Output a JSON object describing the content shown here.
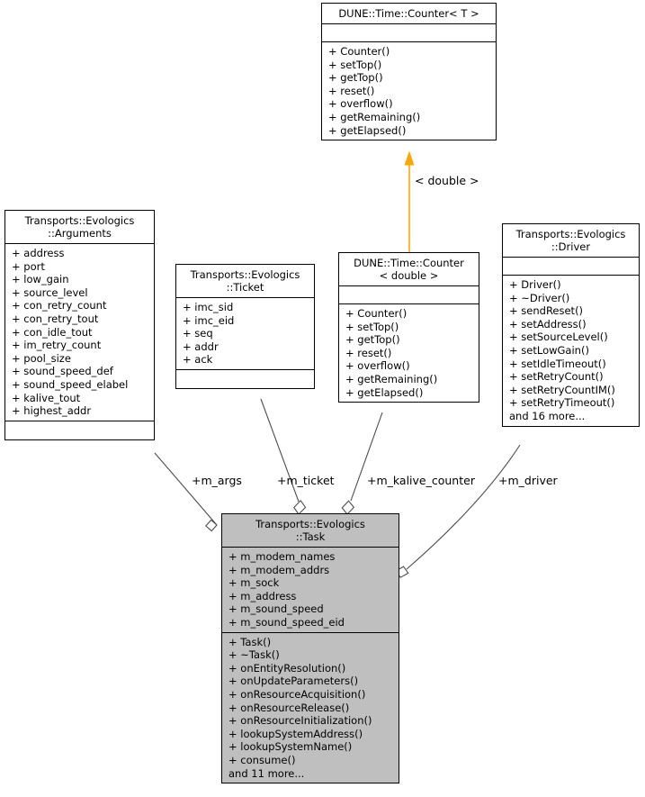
{
  "diagram": {
    "kind": "uml-collaboration-diagram",
    "background": "#ffffff",
    "line_color": "#4d4d4d",
    "inherit_color": "#ffa500",
    "highlight_fill": "#bfbfbf"
  },
  "classes": {
    "counter_t": {
      "title": "DUNE::Time::Counter< T >",
      "attributes": [],
      "operations": [
        "+ Counter()",
        "+ setTop()",
        "+ getTop()",
        "+ reset()",
        "+ overflow()",
        "+ getRemaining()",
        "+ getElapsed()"
      ]
    },
    "arguments": {
      "title": "Transports::Evologics\n::Arguments",
      "attributes": [
        "+ address",
        "+ port",
        "+ low_gain",
        "+ source_level",
        "+ con_retry_count",
        "+ con_retry_tout",
        "+ con_idle_tout",
        "+ im_retry_count",
        "+ pool_size",
        "+ sound_speed_def",
        "+ sound_speed_elabel",
        "+ kalive_tout",
        "+ highest_addr"
      ],
      "operations": []
    },
    "ticket": {
      "title": "Transports::Evologics\n::Ticket",
      "attributes": [
        "+ imc_sid",
        "+ imc_eid",
        "+ seq",
        "+ addr",
        "+ ack"
      ],
      "operations": []
    },
    "counter_double": {
      "title": "DUNE::Time::Counter\n< double >",
      "attributes": [],
      "operations": [
        "+ Counter()",
        "+ setTop()",
        "+ getTop()",
        "+ reset()",
        "+ overflow()",
        "+ getRemaining()",
        "+ getElapsed()"
      ]
    },
    "driver": {
      "title": "Transports::Evologics\n::Driver",
      "attributes": [],
      "operations": [
        "+ Driver()",
        "+ ~Driver()",
        "+ sendReset()",
        "+ setAddress()",
        "+ setSourceLevel()",
        "+ setLowGain()",
        "+ setIdleTimeout()",
        "+ setRetryCount()",
        "+ setRetryCountIM()",
        "+ setRetryTimeout()",
        "and 16 more..."
      ]
    },
    "task": {
      "title": "Transports::Evologics\n::Task",
      "attributes": [
        "+ m_modem_names",
        "+ m_modem_addrs",
        "+ m_sock",
        "+ m_address",
        "+ m_sound_speed",
        "+ m_sound_speed_eid"
      ],
      "operations": [
        "+ Task()",
        "+ ~Task()",
        "+ onEntityResolution()",
        "+ onUpdateParameters()",
        "+ onResourceAcquisition()",
        "+ onResourceRelease()",
        "+ onResourceInitialization()",
        "+ lookupSystemAddress()",
        "+ lookupSystemName()",
        "+ consume()",
        "and 11 more..."
      ]
    }
  },
  "edge_labels": {
    "template_binding": "< double >",
    "m_args": "+m_args",
    "m_ticket": "+m_ticket",
    "m_kalive_counter": "+m_kalive_counter",
    "m_driver": "+m_driver"
  }
}
